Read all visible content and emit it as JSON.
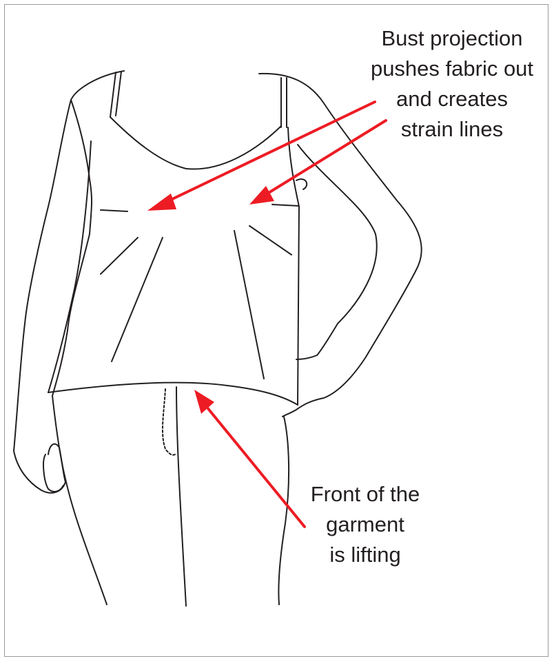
{
  "annotations": {
    "bust": [
      "Bust projection",
      "pushes fabric out",
      "and creates",
      "strain lines"
    ],
    "front": [
      "Front of the",
      "garment",
      "is lifting"
    ]
  },
  "colors": {
    "arrow": "#ed1c24",
    "line": "#231f20",
    "border": "#9a9a9a"
  }
}
